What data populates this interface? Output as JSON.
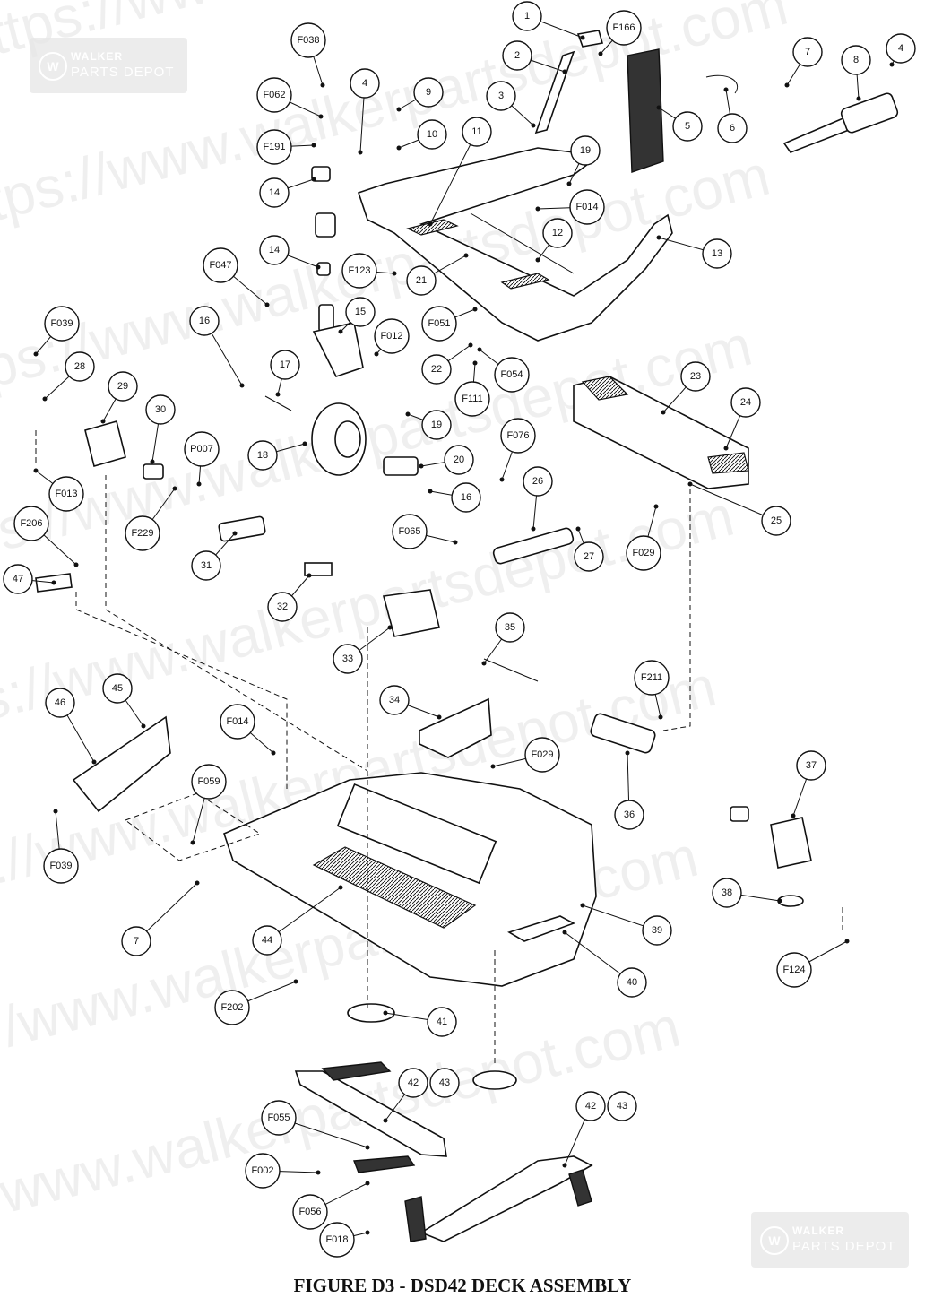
{
  "figure_title": "FIGURE D3 - DSD42 DECK ASSEMBLY",
  "watermark": {
    "url_text": "https://www.walkerpartsdepot.com",
    "logo_line1": "WALKER",
    "logo_line2": "PARTS DEPOT",
    "logo_mark": "W"
  },
  "callouts": [
    {
      "id": "1",
      "label": "1"
    },
    {
      "id": "F166",
      "label": "F166"
    },
    {
      "id": "2",
      "label": "2"
    },
    {
      "id": "F038",
      "label": "F038"
    },
    {
      "id": "7a",
      "label": "7"
    },
    {
      "id": "8",
      "label": "8"
    },
    {
      "id": "4a",
      "label": "4"
    },
    {
      "id": "F062",
      "label": "F062"
    },
    {
      "id": "4b",
      "label": "4"
    },
    {
      "id": "9",
      "label": "9"
    },
    {
      "id": "3",
      "label": "3"
    },
    {
      "id": "5",
      "label": "5"
    },
    {
      "id": "6",
      "label": "6"
    },
    {
      "id": "11",
      "label": "11"
    },
    {
      "id": "F191",
      "label": "F191"
    },
    {
      "id": "10",
      "label": "10"
    },
    {
      "id": "19a",
      "label": "19"
    },
    {
      "id": "14a",
      "label": "14"
    },
    {
      "id": "F014a",
      "label": "F014"
    },
    {
      "id": "12",
      "label": "12"
    },
    {
      "id": "13",
      "label": "13"
    },
    {
      "id": "14b",
      "label": "14"
    },
    {
      "id": "F047",
      "label": "F047"
    },
    {
      "id": "F123",
      "label": "F123"
    },
    {
      "id": "21",
      "label": "21"
    },
    {
      "id": "15",
      "label": "15"
    },
    {
      "id": "F051",
      "label": "F051"
    },
    {
      "id": "F039a",
      "label": "F039"
    },
    {
      "id": "16a",
      "label": "16"
    },
    {
      "id": "F012",
      "label": "F012"
    },
    {
      "id": "28",
      "label": "28"
    },
    {
      "id": "17",
      "label": "17"
    },
    {
      "id": "22",
      "label": "22"
    },
    {
      "id": "F054",
      "label": "F054"
    },
    {
      "id": "29",
      "label": "29"
    },
    {
      "id": "F111",
      "label": "F111"
    },
    {
      "id": "23",
      "label": "23"
    },
    {
      "id": "24",
      "label": "24"
    },
    {
      "id": "30",
      "label": "30"
    },
    {
      "id": "19b",
      "label": "19"
    },
    {
      "id": "F076",
      "label": "F076"
    },
    {
      "id": "18",
      "label": "18"
    },
    {
      "id": "P007",
      "label": "P007"
    },
    {
      "id": "20",
      "label": "20"
    },
    {
      "id": "F013",
      "label": "F013"
    },
    {
      "id": "26",
      "label": "26"
    },
    {
      "id": "16b",
      "label": "16"
    },
    {
      "id": "25",
      "label": "25"
    },
    {
      "id": "F229",
      "label": "F229"
    },
    {
      "id": "F206",
      "label": "F206"
    },
    {
      "id": "F065",
      "label": "F065"
    },
    {
      "id": "F029a",
      "label": "F029"
    },
    {
      "id": "31",
      "label": "31"
    },
    {
      "id": "27",
      "label": "27"
    },
    {
      "id": "47",
      "label": "47"
    },
    {
      "id": "32",
      "label": "32"
    },
    {
      "id": "35",
      "label": "35"
    },
    {
      "id": "33",
      "label": "33"
    },
    {
      "id": "F211",
      "label": "F211"
    },
    {
      "id": "46",
      "label": "46"
    },
    {
      "id": "45",
      "label": "45"
    },
    {
      "id": "34",
      "label": "34"
    },
    {
      "id": "F014b",
      "label": "F014"
    },
    {
      "id": "F029b",
      "label": "F029"
    },
    {
      "id": "37",
      "label": "37"
    },
    {
      "id": "F059",
      "label": "F059"
    },
    {
      "id": "36",
      "label": "36"
    },
    {
      "id": "F039b",
      "label": "F039"
    },
    {
      "id": "38",
      "label": "38"
    },
    {
      "id": "39",
      "label": "39"
    },
    {
      "id": "7b",
      "label": "7"
    },
    {
      "id": "44",
      "label": "44"
    },
    {
      "id": "F124",
      "label": "F124"
    },
    {
      "id": "40",
      "label": "40"
    },
    {
      "id": "F202",
      "label": "F202"
    },
    {
      "id": "41",
      "label": "41"
    },
    {
      "id": "42a",
      "label": "42"
    },
    {
      "id": "43a",
      "label": "43"
    },
    {
      "id": "42b",
      "label": "42"
    },
    {
      "id": "43b",
      "label": "43"
    },
    {
      "id": "F055",
      "label": "F055"
    },
    {
      "id": "F002",
      "label": "F002"
    },
    {
      "id": "F056",
      "label": "F056"
    },
    {
      "id": "F018",
      "label": "F018"
    }
  ]
}
